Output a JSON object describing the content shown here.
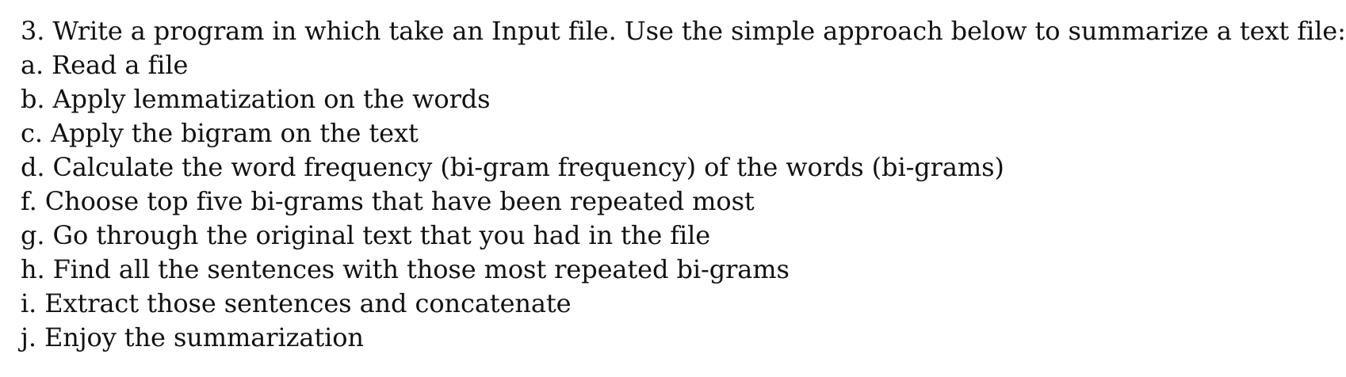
{
  "document": {
    "heading": "3. Write a program in which take an Input file. Use the simple approach below to summarize a text file:",
    "steps": [
      "a. Read a file",
      "b. Apply lemmatization on the words",
      "c. Apply the bigram on the text",
      "d. Calculate the word frequency (bi-gram frequency) of the words (bi-grams)",
      "f. Choose top five bi-grams that have been repeated most",
      "g. Go through the original text that you had in the file",
      "h. Find all the sentences with those most repeated bi-grams",
      "i. Extract those sentences and concatenate",
      "j. Enjoy the summarization"
    ]
  }
}
